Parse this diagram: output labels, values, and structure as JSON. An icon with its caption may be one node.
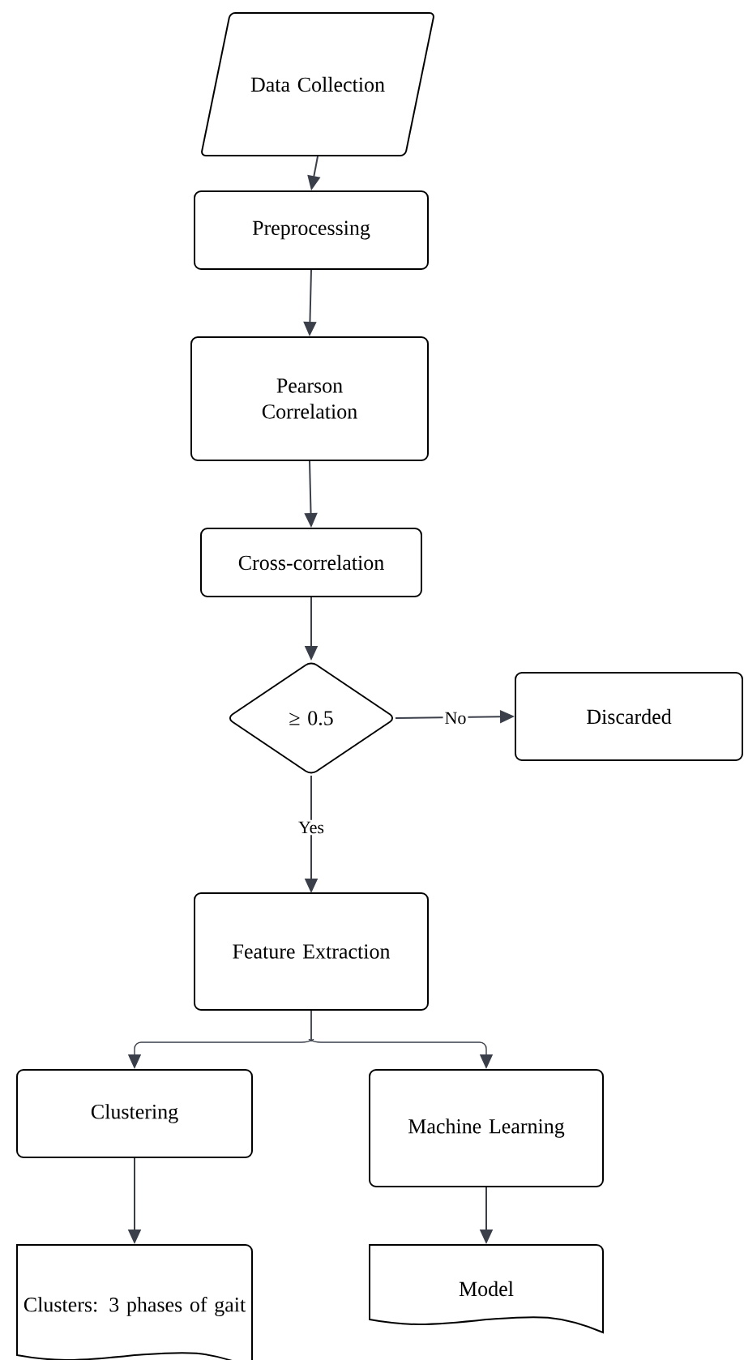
{
  "diagram": {
    "nodes": [
      {
        "text": [
          "Data Collection"
        ]
      },
      {
        "text": [
          "Preprocessing"
        ]
      },
      {
        "text": [
          "Pearson Correlation"
        ]
      },
      {
        "text": [
          "Cross-correlation"
        ]
      },
      {
        "text": [
          "≥ 0.5"
        ]
      },
      {
        "text": [
          "Discarded"
        ]
      },
      {
        "text": [
          "Feature Extraction"
        ]
      },
      {
        "text": [
          "Clustering"
        ]
      },
      {
        "text": [
          "Machine Learning"
        ]
      },
      {
        "text": [
          "Clusters: 3 phases of gait"
        ]
      },
      {
        "text": [
          "Model"
        ]
      }
    ],
    "edges": [
      {
        "from": 0,
        "to": 1,
        "arrow": "to"
      },
      {
        "from": 1,
        "to": 2,
        "arrow": "to"
      },
      {
        "from": 2,
        "to": 3,
        "arrow": "to"
      },
      {
        "from": 3,
        "to": 4,
        "arrow": "to"
      },
      {
        "from": 4,
        "to": 5,
        "arrow": "to",
        "label": "No"
      },
      {
        "from": 4,
        "to": 6,
        "arrow": "to",
        "label": "Yes"
      },
      {
        "from": 6,
        "to": 7,
        "arrow": "to"
      },
      {
        "from": 6,
        "to": 8,
        "arrow": "to"
      },
      {
        "from": 7,
        "to": 9,
        "arrow": "to"
      },
      {
        "from": 8,
        "to": 10,
        "arrow": "to"
      }
    ]
  }
}
